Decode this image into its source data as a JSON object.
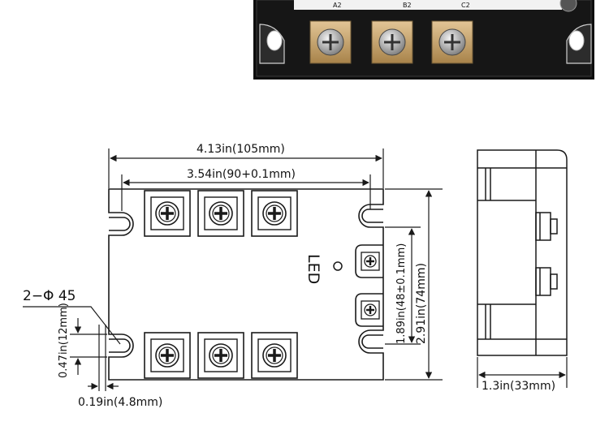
{
  "labels": {
    "total_length": "4.13in(105mm)",
    "mount_spacing": "3.54in(90+0.1mm)",
    "total_height": "2.91in(74mm)",
    "term_spacing": "1.89in(48±0.1mm)",
    "hole_spec": "2−Φ 45",
    "slot_height": "0.47in(12mm)",
    "slot_width": "0.19in(4.8mm)",
    "side_depth": "1.3in(33mm)",
    "led": "LED"
  },
  "photo": {
    "terminal_labels": [
      "A2",
      "B2",
      "C2"
    ]
  },
  "icons": {
    "terminal": "screw-terminal-icon",
    "led": "led-indicator-icon"
  },
  "colors": {
    "line": "#1a1a1a",
    "photo_body": "#111111",
    "terminal_brass": "#c9a46a",
    "screw": "#b8b8b8"
  }
}
